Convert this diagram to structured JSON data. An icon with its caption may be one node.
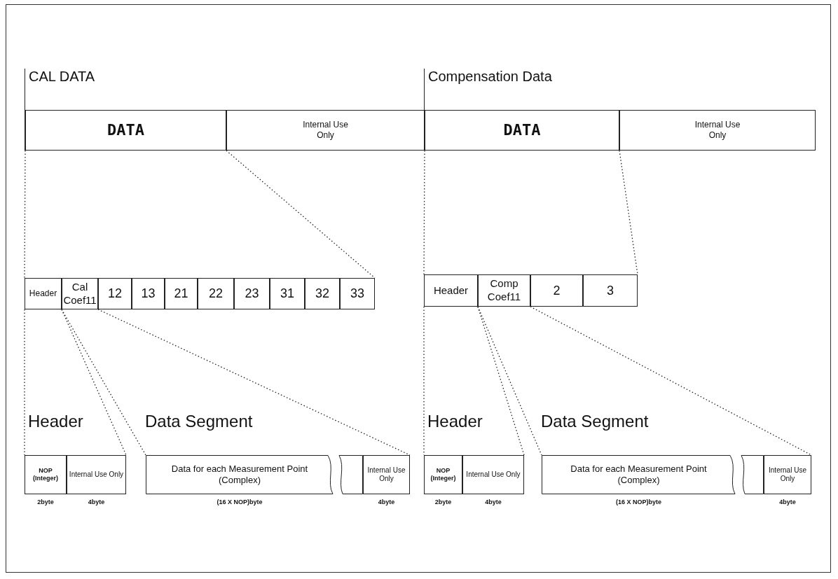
{
  "diagram": {
    "nodes": [
      {
        "text": [
          "CAL DATA"
        ]
      },
      {
        "text": [
          "DATA"
        ],
        "in": 0
      },
      {
        "text": [
          "Internal Use Only"
        ],
        "in": 0
      },
      {
        "text": [
          "Header"
        ]
      },
      {
        "text": [
          "Cal Coef11"
        ]
      },
      {
        "text": [
          "12"
        ]
      },
      {
        "text": [
          "13"
        ]
      },
      {
        "text": [
          "21"
        ]
      },
      {
        "text": [
          "22"
        ]
      },
      {
        "text": [
          "23"
        ]
      },
      {
        "text": [
          "31"
        ]
      },
      {
        "text": [
          "32"
        ]
      },
      {
        "text": [
          "33"
        ]
      },
      {
        "text": [
          "Header"
        ]
      },
      {
        "text": [
          "NOP (Integer)"
        ],
        "beside": [
          "2byte"
        ],
        "in": 13
      },
      {
        "text": [
          "Internal Use Only"
        ],
        "beside": [
          "4byte"
        ],
        "in": 13
      },
      {
        "text": [
          "Data Segment"
        ]
      },
      {
        "text": [
          "Data for each Measurement Point (Complex)"
        ],
        "beside": [
          "(16 X NOP)byte"
        ],
        "in": 16
      },
      {
        "text": [],
        "shape": "box",
        "in": 16
      },
      {
        "text": [
          "Internal Use Only"
        ],
        "beside": [
          "4byte"
        ],
        "in": 16
      },
      {
        "text": [
          "Compensation Data"
        ]
      },
      {
        "text": [
          "DATA"
        ],
        "in": 20
      },
      {
        "text": [
          "Internal Use Only"
        ],
        "in": 20
      },
      {
        "text": [
          "Header"
        ]
      },
      {
        "text": [
          "Comp Coef11"
        ]
      },
      {
        "text": [
          "2"
        ]
      },
      {
        "text": [
          "3"
        ]
      },
      {
        "text": [
          "Header"
        ]
      },
      {
        "text": [
          "NOP (Integer)"
        ],
        "beside": [
          "2byte"
        ],
        "in": 27
      },
      {
        "text": [
          "Internal Use Only"
        ],
        "beside": [
          "4byte"
        ],
        "in": 27
      },
      {
        "text": [
          "Data Segment"
        ]
      },
      {
        "text": [
          "Data for each Measurement Point (Complex)"
        ],
        "beside": [
          "(16 X NOP)byte"
        ],
        "in": 30
      },
      {
        "text": [],
        "shape": "box",
        "in": 30
      },
      {
        "text": [
          "Internal Use Only"
        ],
        "beside": [
          "4byte"
        ],
        "in": 30
      }
    ],
    "edges": [
      {
        "from": 1,
        "to": 3,
        "arrow": "none",
        "style": "dashed"
      },
      {
        "from": 1,
        "to": 12,
        "arrow": "none",
        "style": "dashed"
      },
      {
        "from": 3,
        "to": 14,
        "arrow": "none",
        "style": "dashed"
      },
      {
        "from": 3,
        "to": 15,
        "arrow": "none",
        "style": "dashed"
      },
      {
        "from": 4,
        "to": 17,
        "arrow": "none",
        "style": "dashed"
      },
      {
        "from": 4,
        "to": 19,
        "arrow": "none",
        "style": "dashed"
      },
      {
        "from": 21,
        "to": 23,
        "arrow": "none",
        "style": "dashed"
      },
      {
        "from": 21,
        "to": 26,
        "arrow": "none",
        "style": "dashed"
      },
      {
        "from": 23,
        "to": 28,
        "arrow": "none",
        "style": "dashed"
      },
      {
        "from": 23,
        "to": 29,
        "arrow": "none",
        "style": "dashed"
      },
      {
        "from": 24,
        "to": 31,
        "arrow": "none",
        "style": "dashed"
      },
      {
        "from": 24,
        "to": 33,
        "arrow": "none",
        "style": "dashed"
      }
    ]
  }
}
